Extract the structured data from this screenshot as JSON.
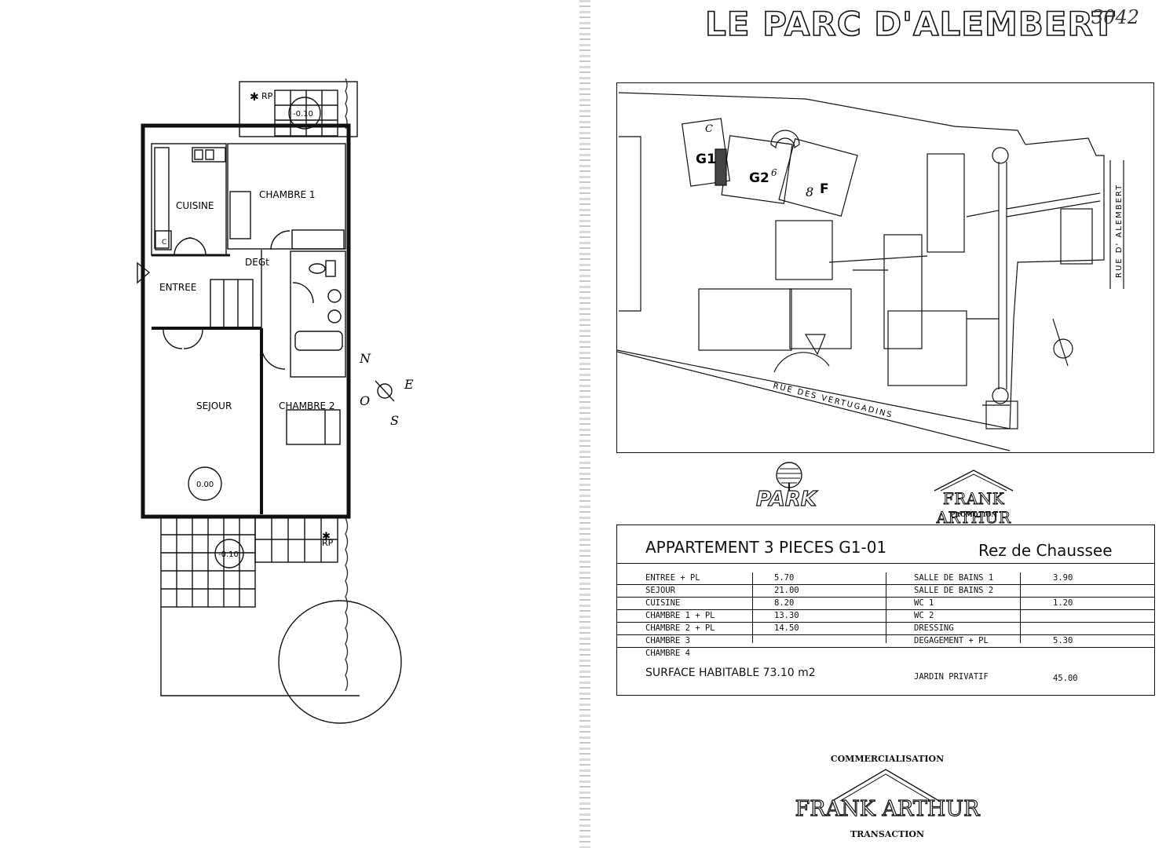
{
  "plan": {
    "rooms": {
      "cuisine": "CUISINE",
      "chambre1": "CHAMBRE 1",
      "degt": "DEGt",
      "entree": "ENTREE",
      "sejour": "SEJOUR",
      "chambre2": "CHAMBRE 2"
    },
    "levels": {
      "rear": "-0.10",
      "sejour": "0.00",
      "terrace": "-0.10"
    },
    "rp": "RP",
    "compass": {
      "n": "N",
      "e": "E",
      "o": "O",
      "s": "S"
    },
    "cooktop_mark": "C"
  },
  "header": {
    "title": "LE PARC D'ALEMBERT",
    "handwritten_ref": "3042"
  },
  "site_plan": {
    "buildings": {
      "g1": "G1",
      "g2": "G2",
      "f": "F"
    },
    "marks": {
      "g1_note": "C",
      "g2_note": "6",
      "f_note": "8"
    },
    "streets": {
      "vertugadins": "RUE DES VERTUGADINS",
      "alembert": "RUE D' ALEMBERT"
    }
  },
  "logos": {
    "park": "PARK",
    "promoter": "FRANK ARTHUR",
    "promoter_sub": "PROMOTION"
  },
  "table": {
    "title": "APPARTEMENT 3 PIECES G1-01",
    "level": "Rez de Chaussee",
    "rows": [
      {
        "l1": "ENTREE + PL",
        "v1": "5.70",
        "l2": "SALLE DE BAINS 1",
        "v2": "3.90"
      },
      {
        "l1": "SEJOUR",
        "v1": "21.00",
        "l2": "SALLE DE BAINS 2",
        "v2": ""
      },
      {
        "l1": "CUISINE",
        "v1": "8.20",
        "l2": "WC 1",
        "v2": "1.20"
      },
      {
        "l1": "CHAMBRE 1 + PL",
        "v1": "13.30",
        "l2": "WC 2",
        "v2": ""
      },
      {
        "l1": "CHAMBRE 2 + PL",
        "v1": "14.50",
        "l2": "DRESSING",
        "v2": ""
      },
      {
        "l1": "CHAMBRE 3",
        "v1": "",
        "l2": "DEGAGEMENT + PL",
        "v2": "5.30"
      },
      {
        "l1": "CHAMBRE 4",
        "v1": "",
        "l2": "",
        "v2": ""
      }
    ],
    "surface": "SURFACE HABITABLE 73.10 m2",
    "jardin_label": "JARDIN PRIVATIF",
    "jardin_value": "45.00"
  },
  "commercial": {
    "top": "COMMERCIALISATION",
    "name": "FRANK ARTHUR",
    "sub": "TRANSACTION"
  }
}
